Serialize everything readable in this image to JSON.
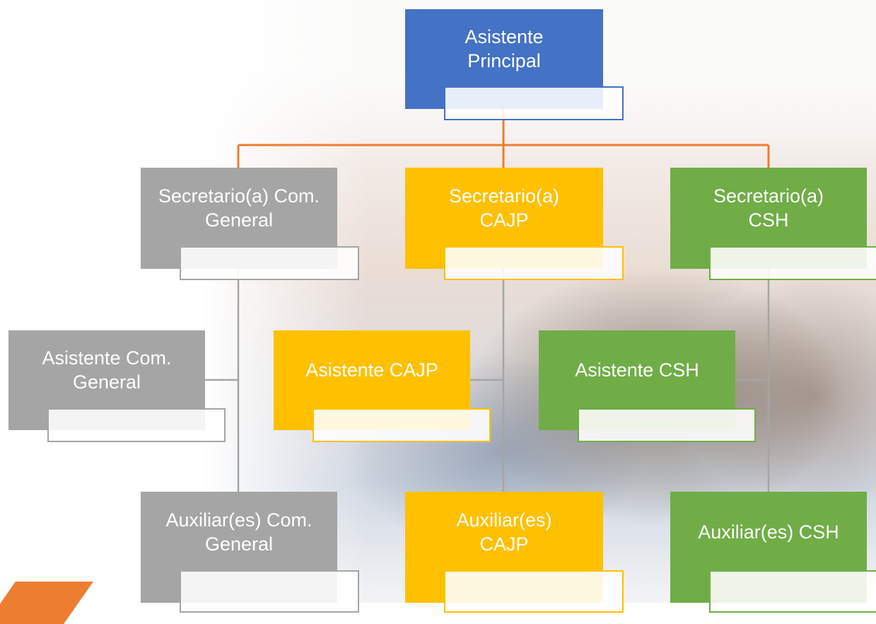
{
  "colors": {
    "blue": "#4472C4",
    "gray": "#A5A5A5",
    "yellow": "#FFC000",
    "green": "#70AD47",
    "connector_top": "#ED7D31",
    "connector": "#A5A5A5"
  },
  "nodes": {
    "principal": "Asistente Principal",
    "sec_general": "Secretario(a) Com. General",
    "sec_cajp": "Secretario(a) CAJP",
    "sec_csh": "Secretario(a) CSH",
    "asist_general": "Asistente Com. General",
    "asist_cajp": "Asistente CAJP",
    "asist_csh": "Asistente CSH",
    "aux_general": "Auxiliar(es) Com. General",
    "aux_cajp": "Auxiliar(es) CAJP",
    "aux_csh": "Auxiliar(es) CSH"
  }
}
